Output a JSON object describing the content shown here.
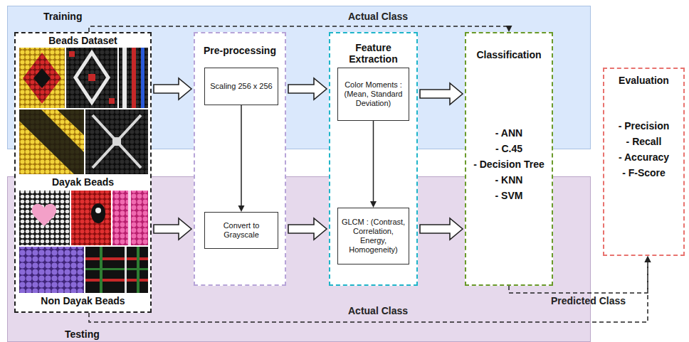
{
  "diagram": {
    "nodes": [
      {
        "text": [
          "Training"
        ]
      },
      {
        "text": [
          "Testing"
        ]
      },
      {
        "text": [
          "Beads Dataset",
          "Dayak Beads",
          "Non Dayak Beads"
        ]
      },
      {
        "text": [
          "Pre-processing"
        ]
      },
      {
        "text": [
          "Scaling 256 x 256"
        ],
        "in": 3
      },
      {
        "text": [
          "Convert to Grayscale"
        ],
        "in": 3
      },
      {
        "text": [
          "Feature Extraction"
        ]
      },
      {
        "text": [
          "Color Moments : (Mean, Standard Deviation)"
        ],
        "in": 6
      },
      {
        "text": [
          "GLCM : (Contrast, Correlation, Energy, Homogeneity)"
        ],
        "in": 6
      },
      {
        "text": [
          "Classification",
          "- ANN",
          "- C.45",
          "- Decision Tree",
          "- KNN",
          "- SVM"
        ]
      },
      {
        "text": [
          "Evaluation",
          "- Precision",
          "- Recall",
          "- Accuracy",
          "- F-Score"
        ]
      }
    ],
    "edges": [
      {
        "from": 2,
        "to": 3,
        "arrow": "to"
      },
      {
        "from": 2,
        "to": 3,
        "arrow": "to"
      },
      {
        "from": 3,
        "to": 6,
        "arrow": "to"
      },
      {
        "from": 3,
        "to": 6,
        "arrow": "to"
      },
      {
        "from": 6,
        "to": 9,
        "arrow": "to"
      },
      {
        "from": 6,
        "to": 9,
        "arrow": "to"
      },
      {
        "from": 4,
        "to": 5,
        "arrow": "to"
      },
      {
        "from": 7,
        "to": 8,
        "arrow": "to"
      },
      {
        "from": 2,
        "to": 9,
        "label": "Actual Class",
        "arrow": "to"
      },
      {
        "from": 2,
        "to": 10,
        "label": "Actual Class",
        "arrow": "to"
      },
      {
        "from": 9,
        "to": 10,
        "label": "Predicted Class",
        "arrow": "to"
      }
    ]
  }
}
